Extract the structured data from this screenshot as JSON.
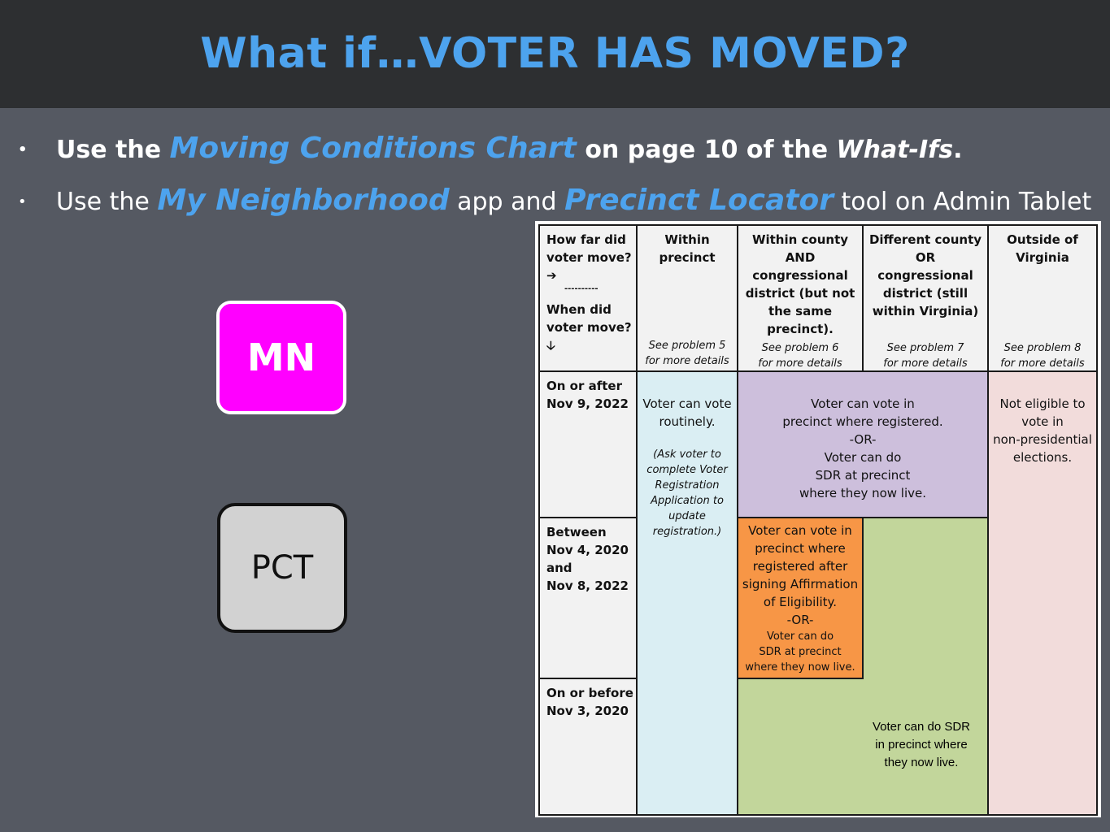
{
  "slide": {
    "title": "What if…VOTER HAS MOVED?",
    "bullet_mark": "•",
    "bullet1": {
      "pre": "Use the ",
      "highlight": "Moving Conditions Chart",
      "mid": " on page 10 of the ",
      "italic": "What-Ifs",
      "post": "."
    },
    "bullet2": {
      "pre": "Use the ",
      "highlight1": "My Neighborhood",
      "mid": " app and ",
      "highlight2": "Precinct Locator",
      "post": " tool on Admin Tablet"
    }
  },
  "buttons": {
    "mn_label": "MN",
    "pct_label": "PCT"
  },
  "colors": {
    "title": "#4da3ee",
    "mn_button": "#ff00ff",
    "pct_button": "#d2d2d2",
    "within_precinct": "#daeef3",
    "within_county": "#cdbfdc",
    "orange": "#f79646",
    "green": "#c2d69b",
    "outside": "#f2dcdb"
  },
  "chart": {
    "corner": {
      "line1": "How far did",
      "line2": "voter move?",
      "arrow_right": "➔",
      "dashes": "----------",
      "line3": "When did",
      "line4": "voter move?",
      "arrow_down": "🡣"
    },
    "columns": [
      {
        "lines": [
          "Within",
          "precinct"
        ],
        "note1": "See problem 5",
        "note2": "for more details"
      },
      {
        "lines": [
          "Within county",
          "AND",
          "congressional",
          "district (but not",
          "the same",
          "precinct)."
        ],
        "note1": "See problem 6",
        "note2": "for more details"
      },
      {
        "lines": [
          "Different county",
          "OR",
          "congressional",
          "district (still",
          "within Virginia)"
        ],
        "note1": "See problem 7",
        "note2": "for more details"
      },
      {
        "lines": [
          "Outside of",
          "Virginia"
        ],
        "note1": "See problem 8",
        "note2": "for more details"
      }
    ],
    "rows": [
      {
        "lines": [
          "On or after",
          "Nov 9, 2022"
        ]
      },
      {
        "lines": [
          "Between",
          "Nov 4, 2020",
          "and",
          "Nov 8, 2022"
        ]
      },
      {
        "lines": [
          "On or before",
          "Nov 3, 2020"
        ]
      }
    ],
    "within_precinct": {
      "lines": [
        "Voter can vote",
        "routinely."
      ],
      "notes": [
        "(Ask voter to",
        "complete Voter",
        "Registration",
        "Application to",
        "update",
        "registration.)"
      ]
    },
    "recent_move": {
      "lines": [
        "Voter can vote in",
        "precinct where registered.",
        "-OR-",
        "Voter can do",
        "SDR at precinct",
        "where they now live."
      ]
    },
    "outside": {
      "lines": [
        "Not eligible to",
        "vote in",
        "non-presidential",
        "elections."
      ]
    },
    "affirmation": {
      "lines": [
        "Voter can vote in",
        "precinct where",
        "registered after",
        "signing Affirmation",
        "of Eligibility.",
        "-OR-"
      ],
      "small": [
        "Voter can do",
        "SDR at precinct",
        "where they now live."
      ]
    },
    "sdr": {
      "lines": [
        "Voter can do SDR",
        "in precinct where",
        "they now live."
      ]
    }
  }
}
